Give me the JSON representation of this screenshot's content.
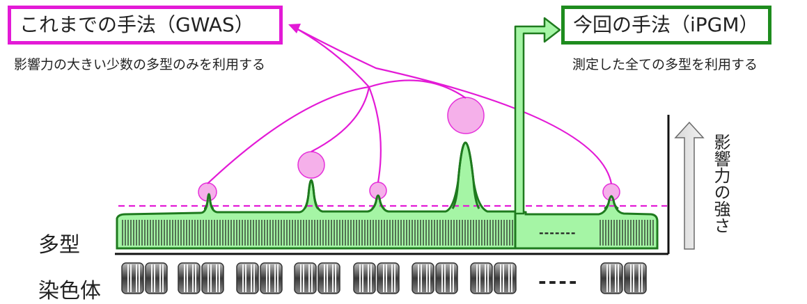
{
  "gwas": {
    "title": "これまでの手法（GWAS）",
    "caption": "影響力の大きい少数の多型のみを利用する",
    "color": "#e31ad6"
  },
  "ipgm": {
    "title": "今回の手法（iPGM）",
    "caption": "測定した全ての多型を利用する",
    "color": "#1e8c1e"
  },
  "rows": {
    "polymorphism_label": "多型",
    "chromosome_label": "染色体",
    "polymorphism_ellipsis": "-------",
    "chromosome_ellipsis": "----"
  },
  "axis": {
    "label": "影響力の強さ"
  },
  "colors": {
    "fill_green": "#a5f5a5",
    "stroke_green": "#1e7a1e",
    "threshold_magenta": "#e31ad6",
    "highlight_pink": "#f4a8e8"
  }
}
